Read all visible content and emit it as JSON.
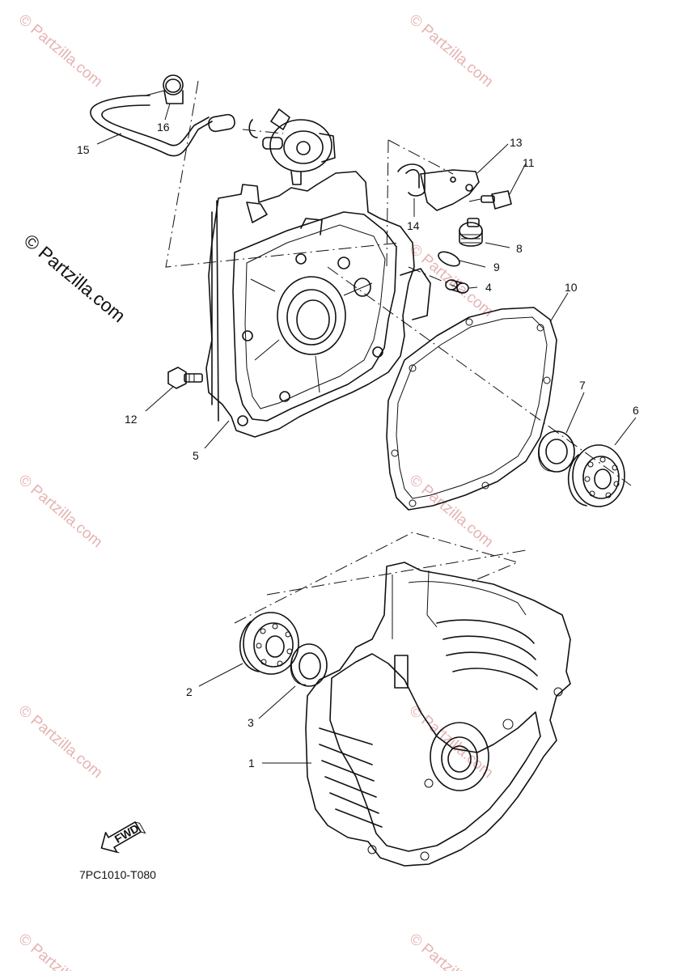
{
  "diagram": {
    "watermark_text": "© Partzilla.com",
    "ref_code": "7PC1010-T080",
    "fwd_label": "FWD",
    "callouts": [
      "1",
      "2",
      "3",
      "4",
      "5",
      "6",
      "7",
      "8",
      "9",
      "10",
      "11",
      "12",
      "13",
      "14",
      "15",
      "16"
    ]
  }
}
